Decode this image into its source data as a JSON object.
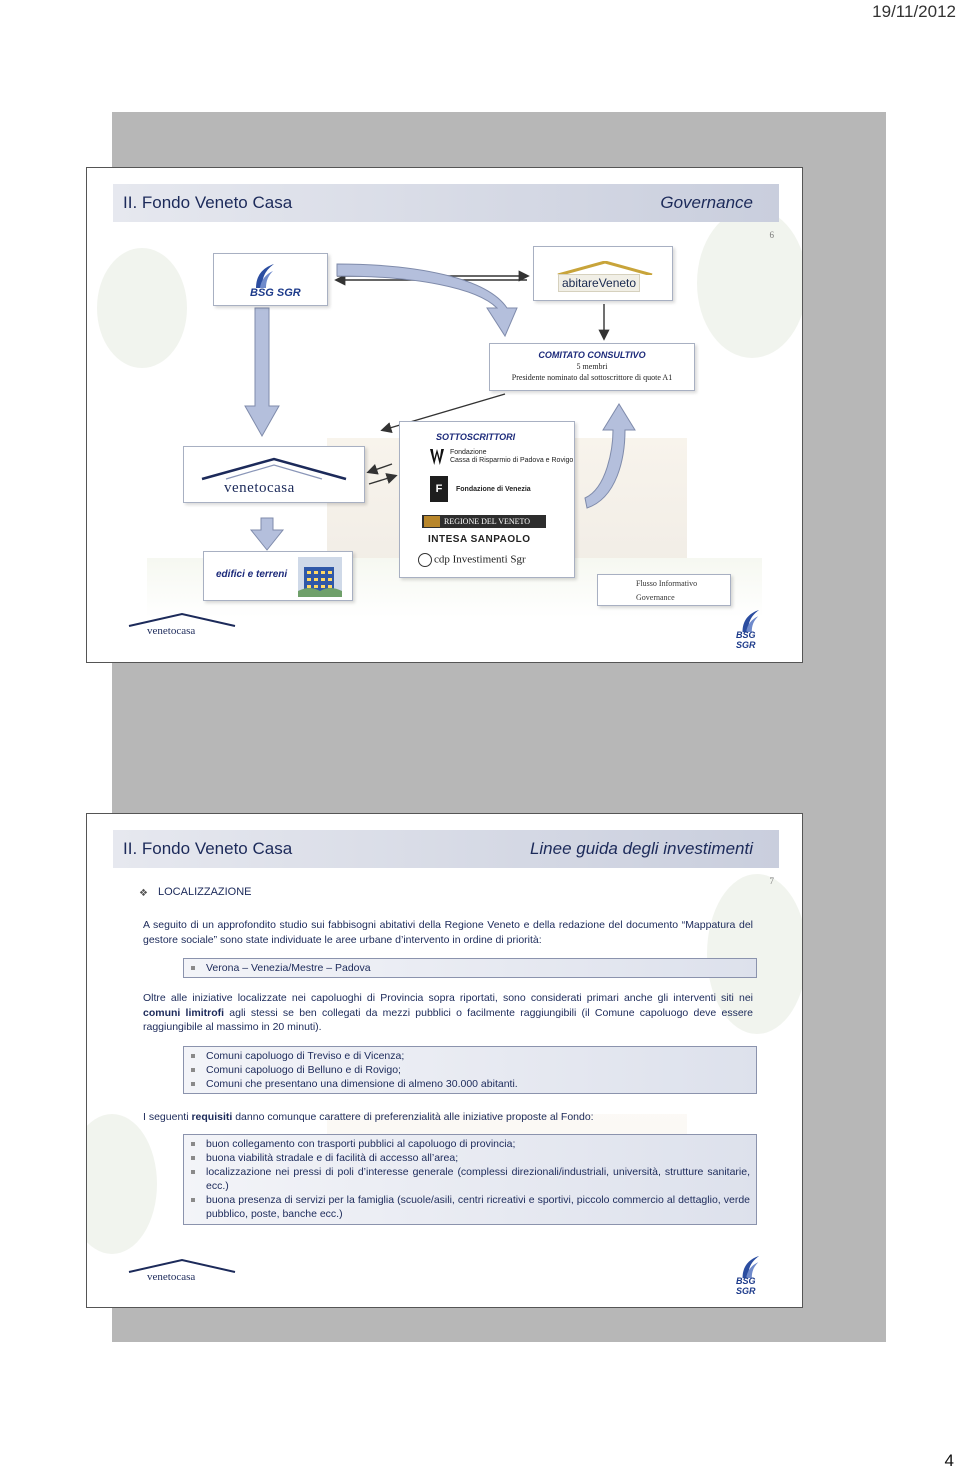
{
  "print_date": "19/11/2012",
  "page_number": "4",
  "slide6": {
    "title_left": "II. Fondo Veneto Casa",
    "title_right": "Governance",
    "slide_number": "6",
    "bsg_logo": "BSG SGR",
    "abitare_logo": "abitareVeneto",
    "comitato": {
      "title": "COMITATO  CONSULTIVO",
      "line1": "5 membri",
      "line2": "Presidente nominato dal sottoscrittore di quote A1"
    },
    "venetocasa_logo": "venetocasa",
    "sottoscrittori": {
      "title": "SOTTOSCRITTORI",
      "fcr_line1": "Fondazione",
      "fcr_line2": "Cassa di Risparmio di Padova e Rovigo",
      "fondazione_venezia": "Fondazione di Venezia",
      "regione": "REGIONE DEL VENETO",
      "intesa": "INTESA SANPAOLO",
      "cdp": "cdp Investimenti Sgr"
    },
    "edifici_label": "edifici e terreni",
    "legend": {
      "flusso": "Flusso Informativo",
      "governance": "Governance"
    },
    "footer_venetocasa": "venetocasa",
    "footer_bsg": "BSG SGR",
    "colors": {
      "title_text": "#1c2a5a",
      "arrow_blue": "#b4bfdc",
      "label_blue": "#1c2a7a"
    }
  },
  "slide7": {
    "title_left": "II. Fondo Veneto Casa",
    "title_right": "Linee guida degli  investimenti",
    "slide_number": "7",
    "section": "LOCALIZZAZIONE",
    "intro": "A seguito di un approfondito studio sui fabbisogni abitativi della Regione Veneto e della redazione del documento “Mappatura del gestore sociale” sono state individuate le aree urbane d’intervento in ordine di priorità:",
    "cities": [
      "Verona – Venezia/Mestre – Padova"
    ],
    "para2_a": "Oltre alle iniziative localizzate nei capoluoghi di Provincia sopra riportati, sono considerati primari anche gli interventi siti nei ",
    "para2_b": "comuni limitrofi",
    "para2_c": " agli stessi se ben collegati da mezzi pubblici o facilmente raggiungibili (il Comune capoluogo deve essere raggiungibile al massimo in 20 minuti).",
    "comuni": [
      "Comuni capoluogo di Treviso e di Vicenza;",
      "Comuni capoluogo di Belluno e di Rovigo;",
      "Comuni che presentano una dimensione di almeno 30.000 abitanti."
    ],
    "para3_a": "I seguenti ",
    "para3_b": "requisiti",
    "para3_c": " danno comunque carattere di preferenzialità alle iniziative proposte al Fondo:",
    "requisiti": [
      "buon collegamento con trasporti pubblici al capoluogo di provincia;",
      "buona viabilità stradale e di facilità di accesso all’area;",
      "localizzazione nei pressi di poli d’interesse generale (complessi direzionali/industriali, università, strutture sanitarie, ecc.)",
      "buona presenza di servizi per la famiglia (scuole/asili, centri ricreativi e sportivi, piccolo commercio al dettaglio, verde pubblico, poste, banche ecc.)"
    ],
    "footer_venetocasa": "venetocasa",
    "footer_bsg": "BSG SGR"
  }
}
